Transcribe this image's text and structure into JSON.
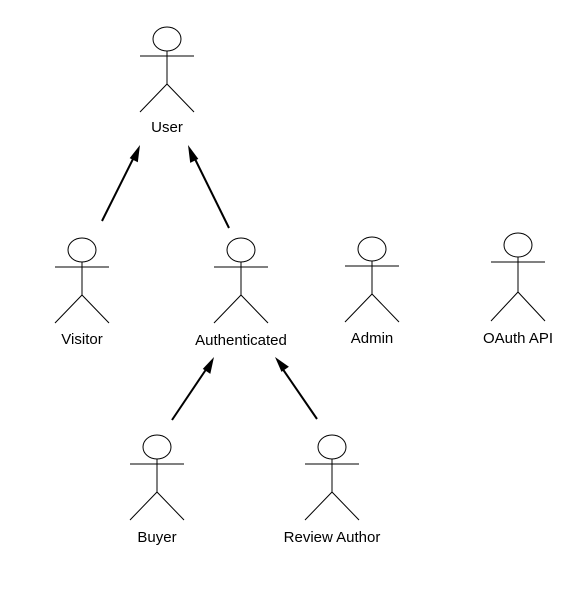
{
  "diagram": {
    "type": "use-case-actors",
    "actors": [
      {
        "id": "user",
        "label": "User"
      },
      {
        "id": "visitor",
        "label": "Visitor"
      },
      {
        "id": "authenticated",
        "label": "Authenticated"
      },
      {
        "id": "admin",
        "label": "Admin"
      },
      {
        "id": "oauth",
        "label": "OAuth API"
      },
      {
        "id": "buyer",
        "label": "Buyer"
      },
      {
        "id": "review",
        "label": "Review Author"
      }
    ],
    "generalizations": [
      {
        "from": "visitor",
        "to": "user"
      },
      {
        "from": "authenticated",
        "to": "user"
      },
      {
        "from": "buyer",
        "to": "authenticated"
      },
      {
        "from": "review",
        "to": "authenticated"
      }
    ]
  }
}
